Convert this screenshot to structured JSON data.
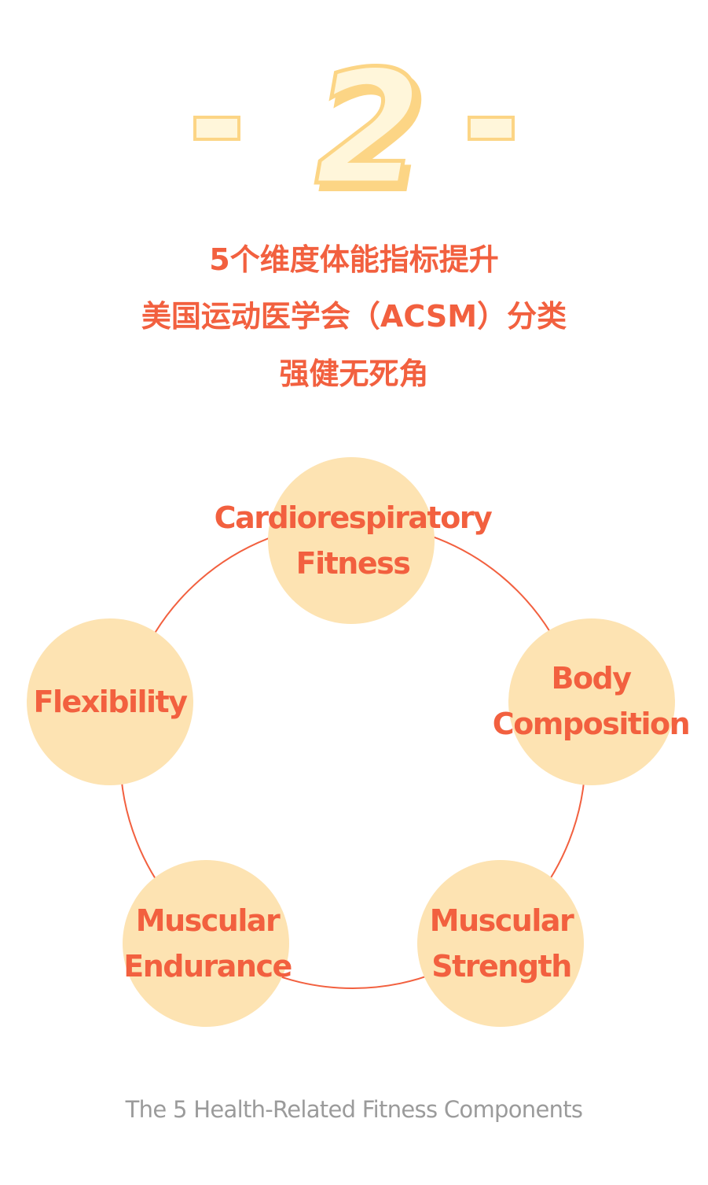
{
  "colors": {
    "accent": "#F2603F",
    "highlight": "#FDE3B2",
    "number_fill": "#FFF6DA",
    "number_stroke": "#FCD585",
    "caption": "#9B9B9B"
  },
  "section_number": "2",
  "headline": {
    "line1": "5个维度体能指标提升",
    "line2": "美国运动医学会（ACSM）分类",
    "line3": "强健无死角"
  },
  "components": {
    "cardio": {
      "line1": "Cardiorespiratory",
      "line2": "Fitness"
    },
    "body": {
      "line1": "Body",
      "line2": "Composition"
    },
    "strength": {
      "line1": "Muscular",
      "line2": "Strength"
    },
    "endurance": {
      "line1": "Muscular",
      "line2": "Endurance"
    },
    "flexibility": {
      "line1": "Flexibility"
    }
  },
  "caption": "The 5 Health-Related Fitness Components"
}
